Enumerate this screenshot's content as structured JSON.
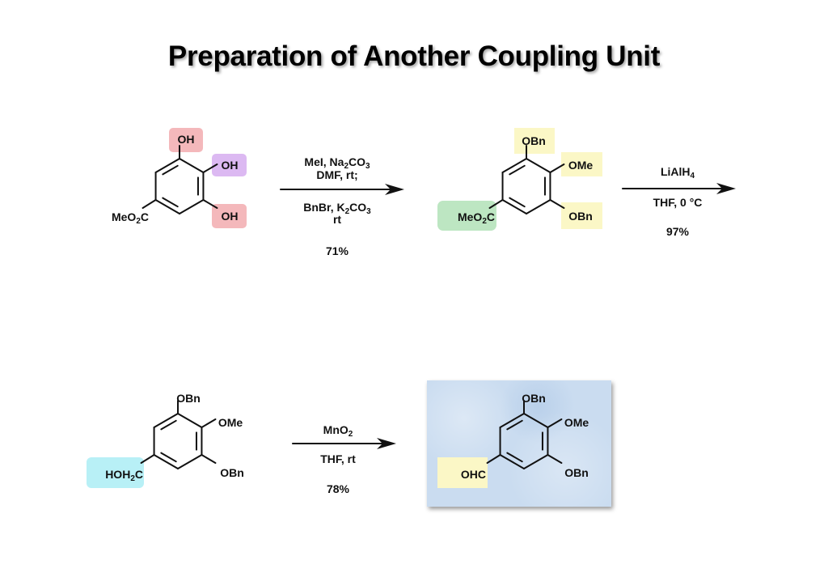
{
  "title": "Preparation of Another Coupling Unit",
  "colors": {
    "pink": "#f4b8bb",
    "purple": "#dcb9f2",
    "yellow": "#fbf7c6",
    "green": "#bde6c2",
    "cyan": "#b8f0f6",
    "product_box": "#cadcf0"
  },
  "molecules": [
    {
      "top": "OH",
      "upper_right": "OH",
      "lower_right": "OH",
      "left": "MeO2C"
    },
    {
      "top": "OBn",
      "upper_right": "OMe",
      "lower_right": "OBn",
      "left": "MeO2C"
    },
    {
      "top": "OBn",
      "upper_right": "OMe",
      "lower_right": "OBn",
      "left": "HOH2C"
    },
    {
      "top": "OBn",
      "upper_right": "OMe",
      "lower_right": "OBn",
      "left": "OHC"
    }
  ],
  "steps": [
    {
      "above": [
        "MeI, Na2CO3",
        "DMF, rt;"
      ],
      "below": [
        "BnBr, K2CO3",
        "rt"
      ],
      "yield": "71%"
    },
    {
      "above": [
        "LiAlH4"
      ],
      "below": [
        "THF, 0 °C"
      ],
      "yield": "97%"
    },
    {
      "above": [
        "MnO2"
      ],
      "below": [
        "THF, rt"
      ],
      "yield": "78%"
    }
  ]
}
